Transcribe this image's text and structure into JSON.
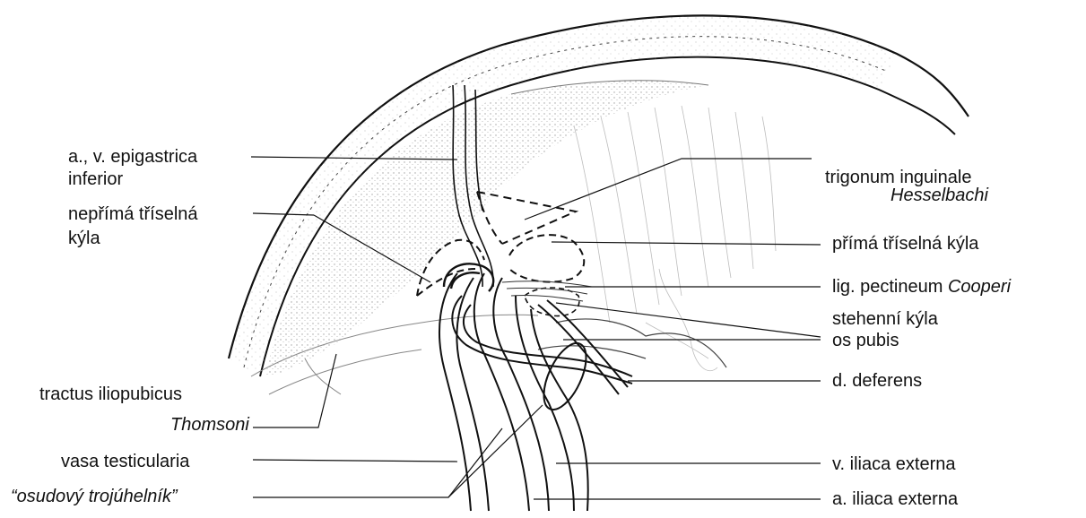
{
  "labels": {
    "epigastrica_line1": "a., v. epigastrica",
    "epigastrica_line2": "inferior",
    "neprima_line1": "nepřímá tříselná",
    "neprima_line2": "kýla",
    "trigonum_line1": "trigonum inguinale",
    "trigonum_line2": "Hesselbachi",
    "prima": "přímá tříselná kýla",
    "pectineum_main": "lig. pectineum ",
    "pectineum_italic": "Cooperi",
    "stehenni": "stehenní kýla",
    "os_pubis": "os pubis",
    "deferens": "d. deferens",
    "tractus_line1": "tractus iliopubicus",
    "tractus_line2": "Thomsoni",
    "vasa": "vasa testicularia",
    "osudovy": "“osudový trojúhelník”",
    "v_iliaca": "v. iliaca externa",
    "a_iliaca": "a. iliaca externa"
  },
  "colors": {
    "ink": "#111111",
    "stipple": "#6b6b6b",
    "faint": "#b5b5b5"
  }
}
